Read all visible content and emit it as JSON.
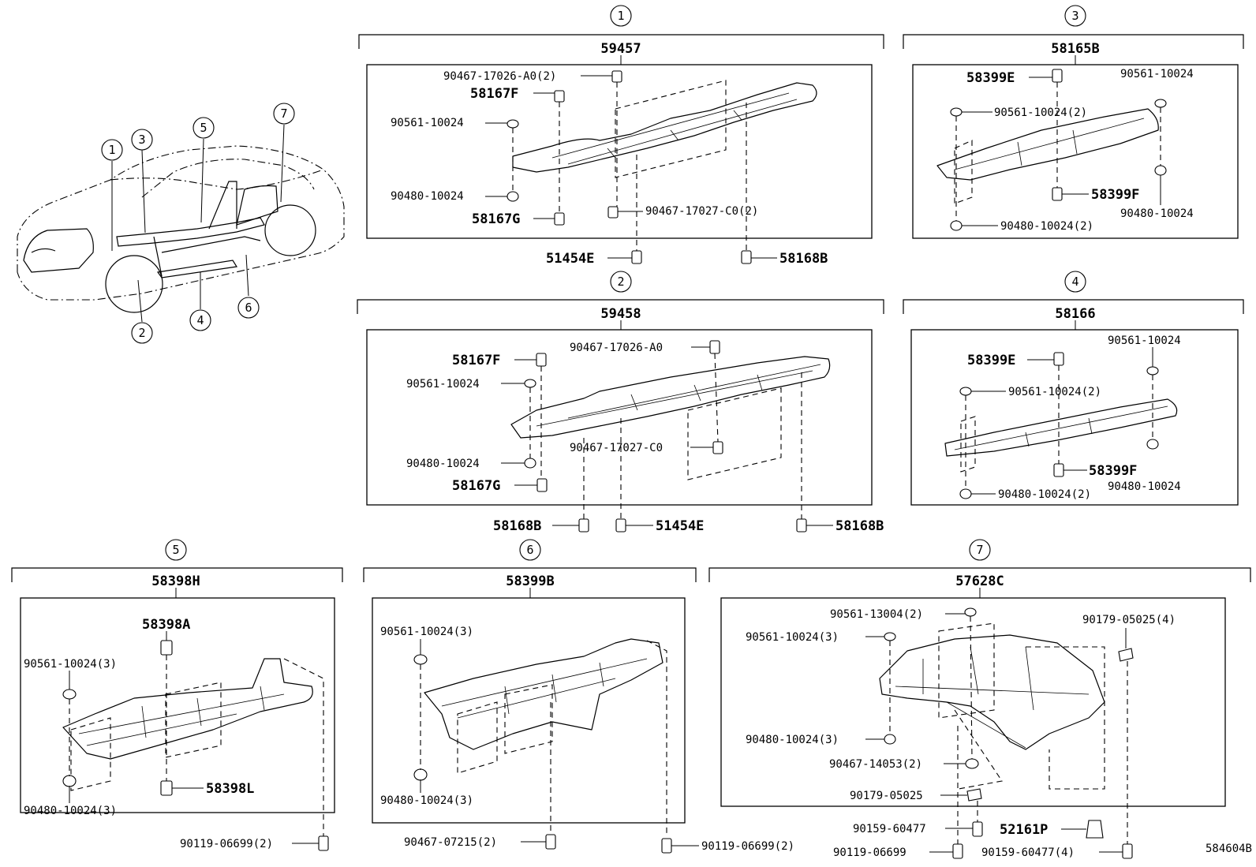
{
  "diagram_code": "584604B",
  "overview": {
    "callouts": [
      "1",
      "3",
      "5",
      "7",
      "2",
      "4",
      "6"
    ]
  },
  "groups": {
    "g1": {
      "callout": "1",
      "assembly": "59457",
      "parts": [
        {
          "id": "90467-17026-A0",
          "qty": "(2)"
        },
        {
          "id": "58167F",
          "qty": ""
        },
        {
          "id": "90561-10024",
          "qty": ""
        },
        {
          "id": "90480-10024",
          "qty": ""
        },
        {
          "id": "58167G",
          "qty": ""
        },
        {
          "id": "90467-17027-C0",
          "qty": "(2)"
        },
        {
          "id": "51454E",
          "qty": ""
        },
        {
          "id": "58168B",
          "qty": ""
        }
      ]
    },
    "g2": {
      "callout": "2",
      "assembly": "59458",
      "parts": [
        {
          "id": "58167F",
          "qty": ""
        },
        {
          "id": "90467-17026-A0",
          "qty": ""
        },
        {
          "id": "90561-10024",
          "qty": ""
        },
        {
          "id": "90467-17027-C0",
          "qty": ""
        },
        {
          "id": "90480-10024",
          "qty": ""
        },
        {
          "id": "58167G",
          "qty": ""
        },
        {
          "id": "58168B",
          "qty": ""
        },
        {
          "id": "51454E",
          "qty": ""
        },
        {
          "id": "58168B",
          "qty": ""
        }
      ]
    },
    "g3": {
      "callout": "3",
      "assembly": "58165B",
      "parts": [
        {
          "id": "58399E",
          "qty": ""
        },
        {
          "id": "90561-10024",
          "qty": ""
        },
        {
          "id": "90561-10024",
          "qty": "(2)"
        },
        {
          "id": "58399F",
          "qty": ""
        },
        {
          "id": "90480-10024",
          "qty": ""
        },
        {
          "id": "90480-10024",
          "qty": "(2)"
        }
      ]
    },
    "g4": {
      "callout": "4",
      "assembly": "58166",
      "parts": [
        {
          "id": "58399E",
          "qty": ""
        },
        {
          "id": "90561-10024",
          "qty": ""
        },
        {
          "id": "90561-10024",
          "qty": "(2)"
        },
        {
          "id": "58399F",
          "qty": ""
        },
        {
          "id": "90480-10024",
          "qty": ""
        },
        {
          "id": "90480-10024",
          "qty": "(2)"
        }
      ]
    },
    "g5": {
      "callout": "5",
      "assembly": "58398H",
      "parts": [
        {
          "id": "58398A",
          "qty": ""
        },
        {
          "id": "90561-10024",
          "qty": "(3)"
        },
        {
          "id": "58398L",
          "qty": ""
        },
        {
          "id": "90480-10024",
          "qty": "(3)"
        },
        {
          "id": "90119-06699",
          "qty": "(2)"
        }
      ]
    },
    "g6": {
      "callout": "6",
      "assembly": "58399B",
      "parts": [
        {
          "id": "90561-10024",
          "qty": "(3)"
        },
        {
          "id": "90480-10024",
          "qty": "(3)"
        },
        {
          "id": "90467-07215",
          "qty": "(2)"
        },
        {
          "id": "90119-06699",
          "qty": "(2)"
        }
      ]
    },
    "g7": {
      "callout": "7",
      "assembly": "57628C",
      "parts": [
        {
          "id": "90561-13004",
          "qty": "(2)"
        },
        {
          "id": "90561-10024",
          "qty": "(3)"
        },
        {
          "id": "90179-05025",
          "qty": "(4)"
        },
        {
          "id": "90480-10024",
          "qty": "(3)"
        },
        {
          "id": "90467-14053",
          "qty": "(2)"
        },
        {
          "id": "90179-05025",
          "qty": ""
        },
        {
          "id": "90159-60477",
          "qty": ""
        },
        {
          "id": "52161P",
          "qty": ""
        },
        {
          "id": "90119-06699",
          "qty": ""
        },
        {
          "id": "90159-60477",
          "qty": "(4)"
        }
      ]
    }
  }
}
